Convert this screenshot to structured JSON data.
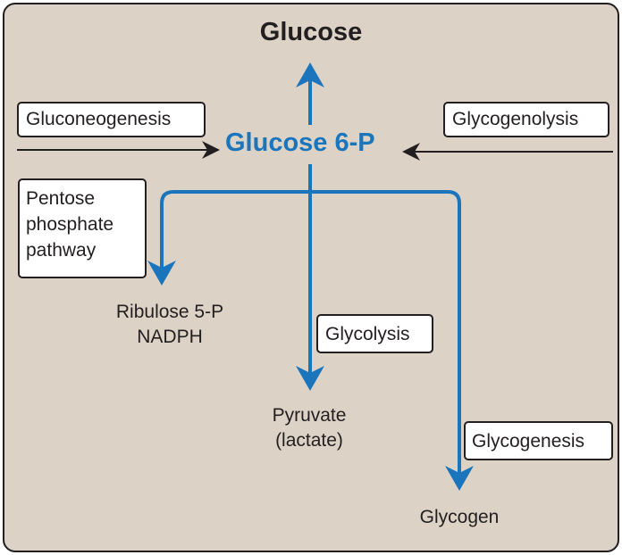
{
  "titles": {
    "glucose": "Glucose",
    "glucose6p": "Glucose 6-P"
  },
  "pathways": {
    "gluconeogenesis": "Gluconeogenesis",
    "glycogenolysis": "Glycogenolysis",
    "pentose_phosphate": "Pentose phosphate pathway",
    "glycolysis": "Glycolysis",
    "glycogenesis": "Glycogenesis"
  },
  "products": {
    "ribulose": "Ribulose 5-P",
    "nadph": "NADPH",
    "pyruvate": "Pyruvate",
    "lactate": "(lactate)",
    "glycogen": "Glycogen"
  },
  "colors": {
    "panel_background": "#dcd3c6",
    "pathway_blue": "#1b75bc",
    "ink": "#231f20"
  }
}
